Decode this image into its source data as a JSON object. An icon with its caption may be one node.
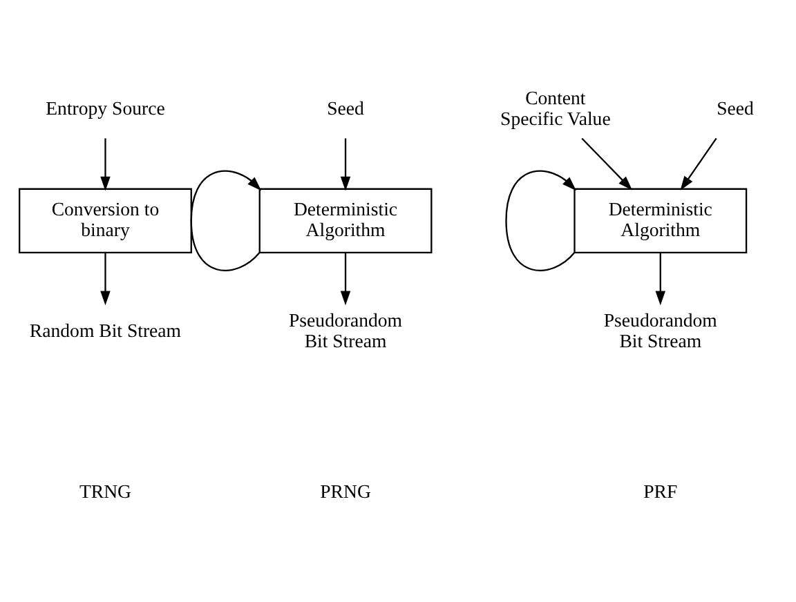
{
  "diagram": {
    "nodes": [
      {
        "text": [
          "Entropy Source"
        ]
      },
      {
        "text": [
          "Conversion to binary"
        ]
      },
      {
        "text": [
          "Random Bit Stream"
        ]
      },
      {
        "text": [
          "Seed"
        ]
      },
      {
        "text": [
          "Deterministic Algorithm"
        ]
      },
      {
        "text": [
          "Pseudorandom Bit Stream"
        ]
      },
      {
        "text": [
          "Content Specific Value"
        ]
      },
      {
        "text": [
          "Seed"
        ]
      },
      {
        "text": [
          "Deterministic Algorithm"
        ]
      },
      {
        "text": [
          "Pseudorandom Bit Stream"
        ]
      }
    ],
    "edges": [
      {
        "from": 0,
        "to": 1,
        "arrow": "to"
      },
      {
        "from": 1,
        "to": 2,
        "arrow": "to"
      },
      {
        "from": 4,
        "to": 4,
        "arrow": "to"
      },
      {
        "from": 3,
        "to": 4,
        "arrow": "to"
      },
      {
        "from": 4,
        "to": 5,
        "arrow": "to"
      },
      {
        "from": 8,
        "to": 8,
        "arrow": "to"
      },
      {
        "from": 6,
        "to": 8,
        "arrow": "to"
      },
      {
        "from": 7,
        "to": 8,
        "arrow": "to"
      },
      {
        "from": 8,
        "to": 9,
        "arrow": "to"
      }
    ],
    "labels": [
      "TRNG",
      "PRNG",
      "PRF"
    ]
  }
}
